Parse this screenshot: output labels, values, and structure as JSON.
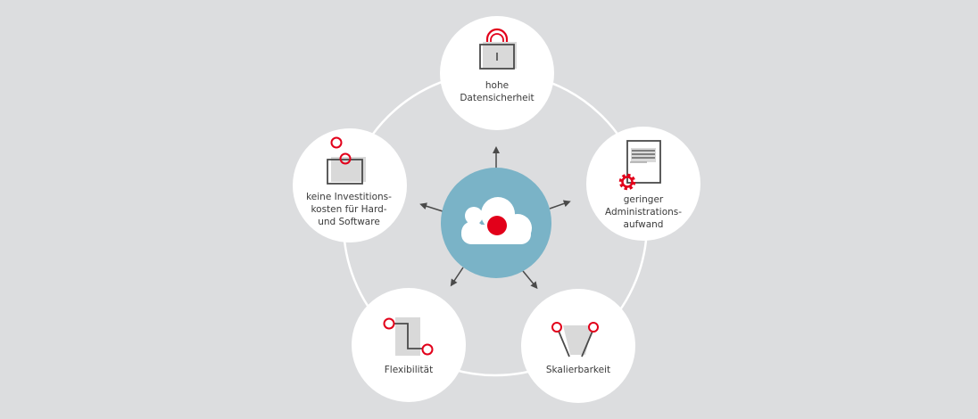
{
  "colors": {
    "background": "#dcdddf",
    "hub": "#7ab3c7",
    "accent": "#e2001a",
    "icon_stroke": "#4a4a4a",
    "icon_fill": "#d9d9d9"
  },
  "center": {
    "icon": "cloud-icon"
  },
  "nodes": [
    {
      "id": "security",
      "icon": "padlock-icon",
      "lines": [
        "hohe",
        "Datensicherheit"
      ]
    },
    {
      "id": "admin",
      "icon": "document-gear-icon",
      "lines": [
        "geringer",
        "Administrations-",
        "aufwand"
      ]
    },
    {
      "id": "scalability",
      "icon": "scale-funnel-icon",
      "lines": [
        "Skalierbarkeit"
      ]
    },
    {
      "id": "flexibility",
      "icon": "flexible-path-icon",
      "lines": [
        "Flexibilität"
      ]
    },
    {
      "id": "investment",
      "icon": "box-icon",
      "lines": [
        "keine Investitions-",
        "kosten für Hard-",
        "und Software"
      ]
    }
  ]
}
